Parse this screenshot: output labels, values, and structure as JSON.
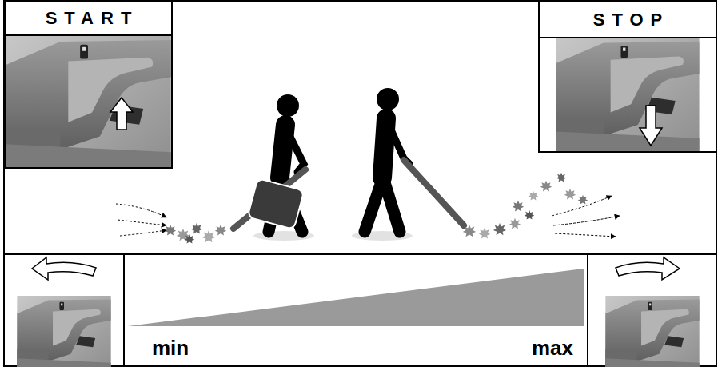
{
  "diagram": {
    "nodes": [
      {
        "text": [
          "START"
        ]
      },
      {
        "text": [
          "STOP"
        ]
      }
    ],
    "labels": [
      "min",
      "max"
    ]
  }
}
